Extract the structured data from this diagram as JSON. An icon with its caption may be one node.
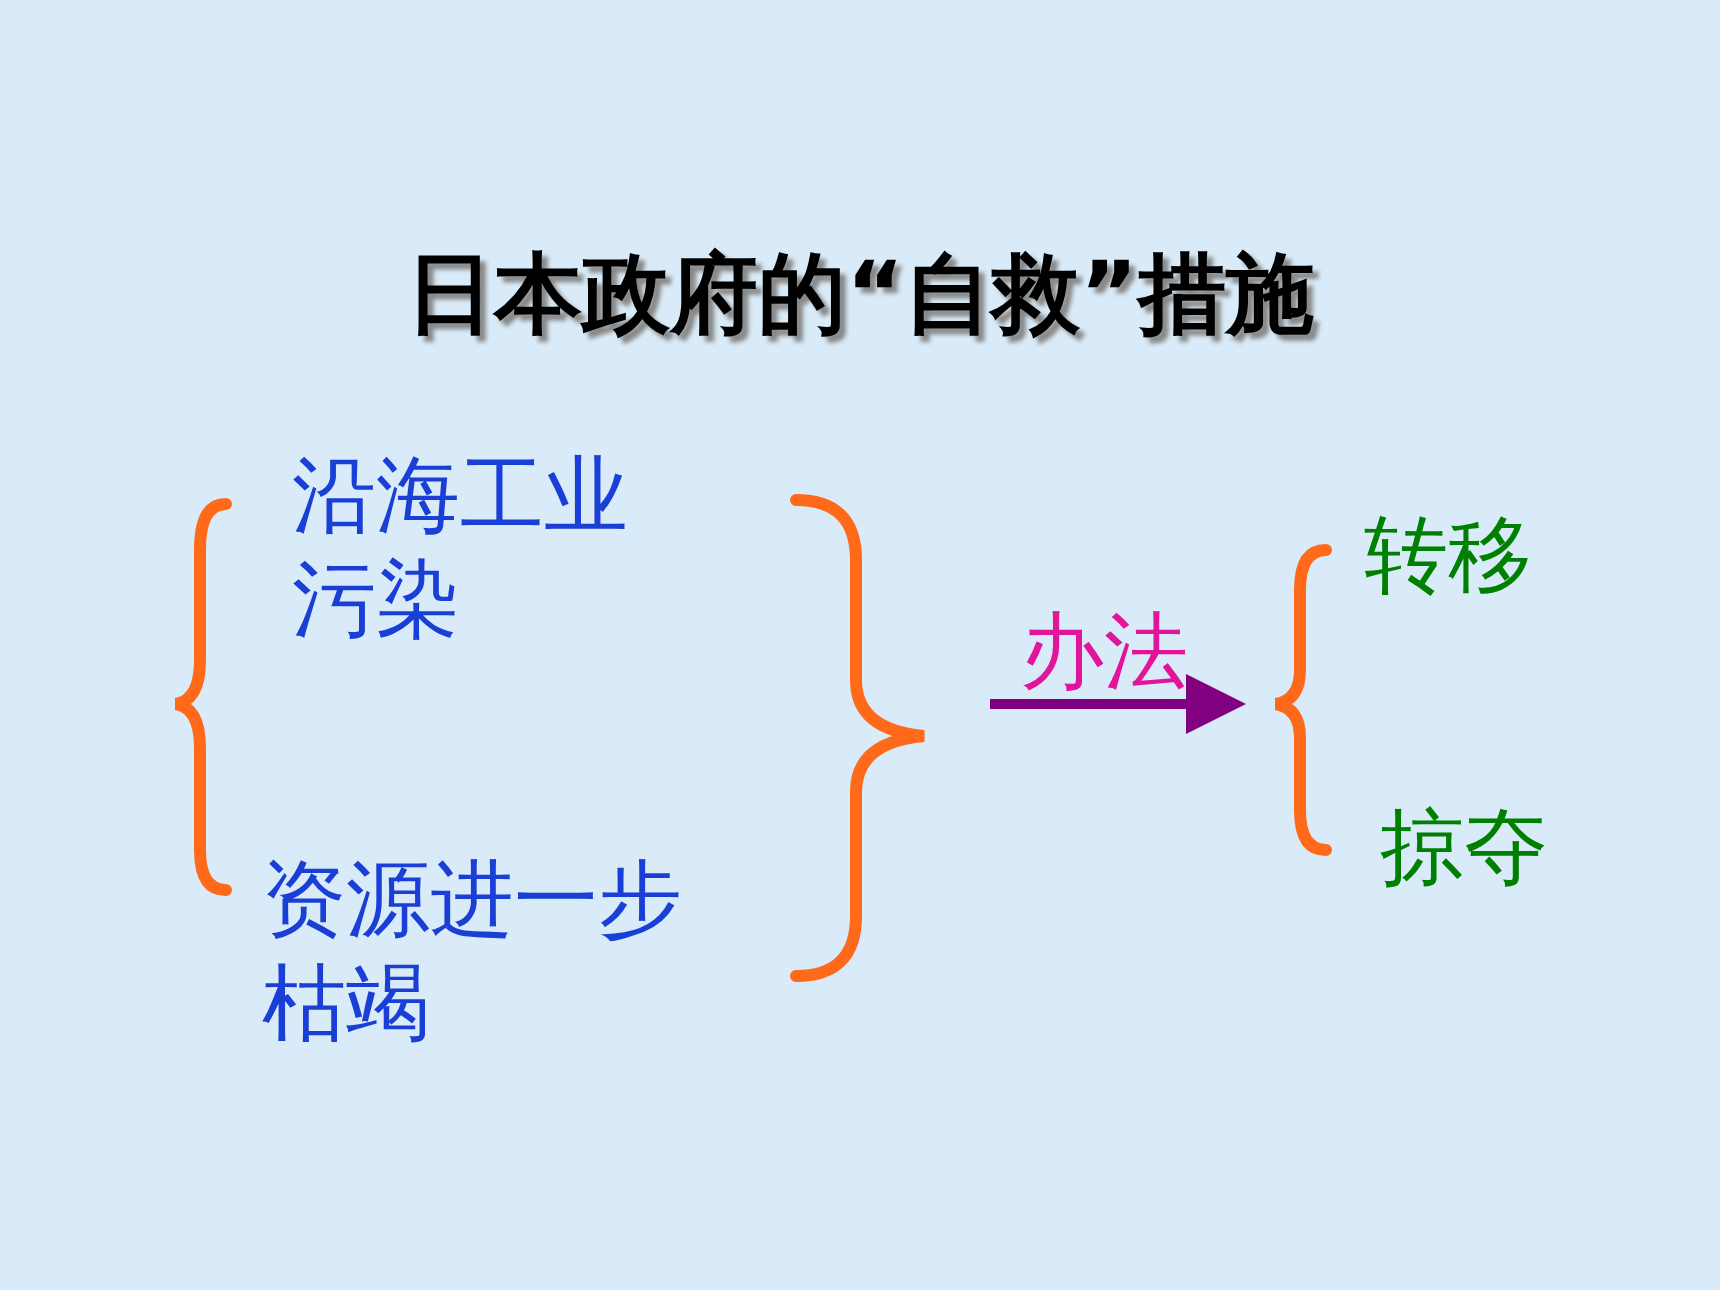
{
  "diagram": {
    "title": "日本政府的“自救”措施",
    "nodes": [
      {
        "text": [],
        "shape": "bracket"
      },
      {
        "text": [
          "沿海工业污染"
        ],
        "in": 0
      },
      {
        "text": [
          "资源进一步枯竭"
        ],
        "in": 0
      },
      {
        "text": [],
        "shape": "bracket"
      },
      {
        "text": [
          "转移"
        ],
        "in": 3
      },
      {
        "text": [
          "掠夺"
        ],
        "in": 3
      }
    ],
    "edges": [
      {
        "from": 0,
        "to": 3,
        "arrow": "to",
        "label": "办法"
      }
    ]
  }
}
